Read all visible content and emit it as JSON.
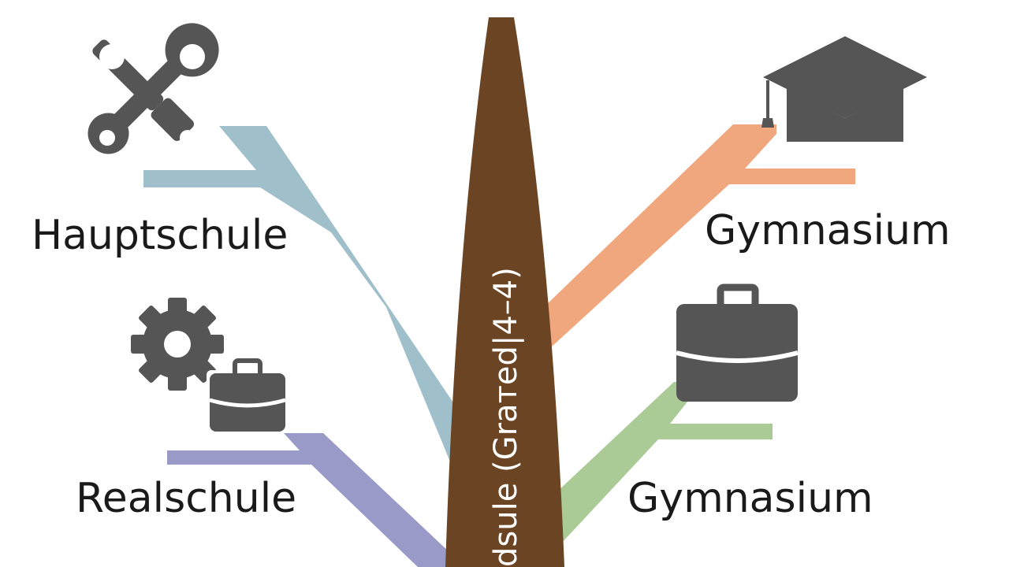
{
  "trunk": {
    "label": "dsule (Grатed|4–4)",
    "color": "#6b4423"
  },
  "branches": [
    {
      "label": "Hauptschule",
      "color": "#9fbfca",
      "icon": "wrench-screwdriver-icon"
    },
    {
      "label": "Realschule",
      "color": "#9a9ac8",
      "icon": "gear-briefcase-icon"
    },
    {
      "label": "Gymnasium",
      "color": "#f0a77d",
      "icon": "graduation-cap-icon"
    },
    {
      "label": "Gymnasium",
      "color": "#aacb95",
      "icon": "briefcase-icon"
    }
  ],
  "icon_color": "#555555"
}
